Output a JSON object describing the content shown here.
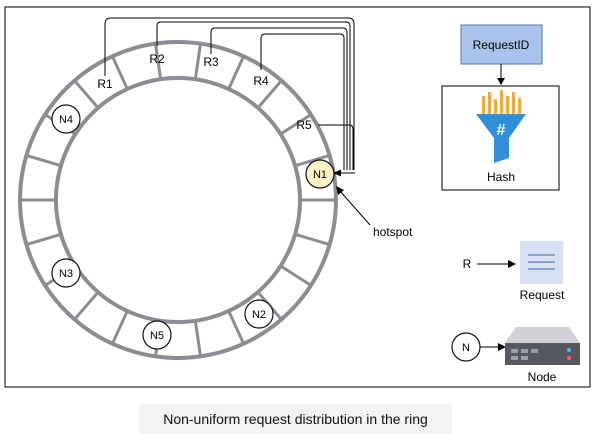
{
  "ring": {
    "segments": 22,
    "request_labels": [
      "R1",
      "R2",
      "R3",
      "R4",
      "R5"
    ],
    "node_labels": [
      "N1",
      "N2",
      "N3",
      "N4",
      "N5"
    ],
    "hotspot_label": "hotspot"
  },
  "legend": {
    "request_id_label": "RequestID",
    "hash_label": "Hash",
    "hash_symbol": "#",
    "request_key": "R",
    "request_label": "Request",
    "node_key": "N",
    "node_label": "Node"
  },
  "caption": "Non-uniform request distribution in the ring",
  "colors": {
    "ring_stroke": "#8a8d94",
    "hot_node_fill": "#fdf1c8",
    "request_id_fill": "#a9c3ec",
    "request_id_stroke": "#5a73a6",
    "funnel_blue": "#2f8fd8",
    "funnel_bars": "#f2a83b",
    "doc_fill": "#d9e0f3",
    "server_gray": "#bdbfc4"
  }
}
